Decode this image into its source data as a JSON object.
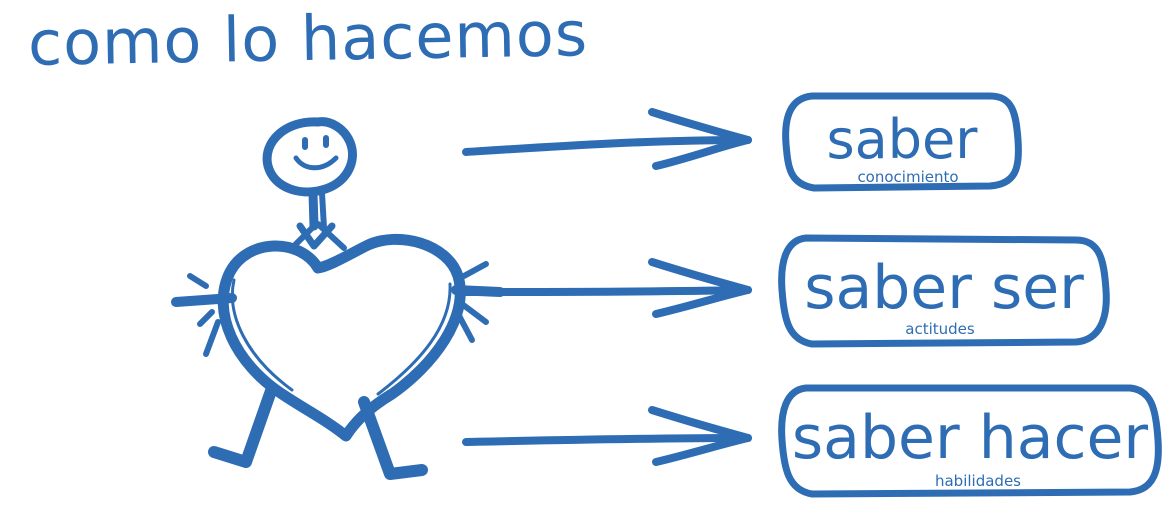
{
  "title": "como lo hacemos",
  "ink_color": "#2e6db4",
  "figure": {
    "icon": "stick-figure-with-heart-icon"
  },
  "items": [
    {
      "main": "saber",
      "sub": "conocimiento"
    },
    {
      "main": "saber ser",
      "sub": "actitudes"
    },
    {
      "main": "saber hacer",
      "sub": "habilidades"
    }
  ]
}
